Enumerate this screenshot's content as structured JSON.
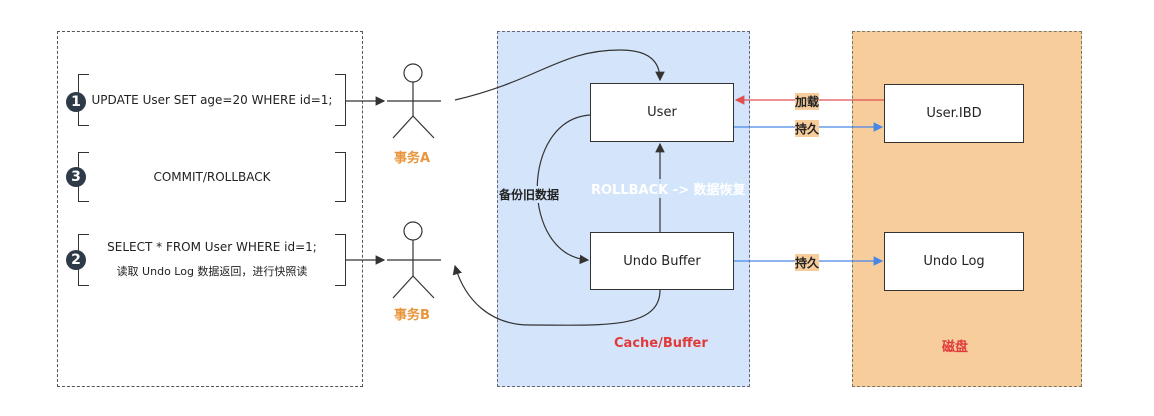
{
  "statements": {
    "step1": {
      "number": "1",
      "text": "UPDATE User  SET  age=20  WHERE id=1;"
    },
    "step3": {
      "number": "3",
      "text": "COMMIT/ROLLBACK"
    },
    "step2": {
      "number": "2",
      "line1": "SELECT * FROM User  WHERE id=1;",
      "line2": "读取 Undo Log 数据返回，进行快照读"
    }
  },
  "actors": {
    "a": "事务A",
    "b": "事务B"
  },
  "cache": {
    "label": "Cache/Buffer",
    "user_box": "User",
    "undo_box": "Undo Buffer",
    "backup_label": "备份旧数据",
    "rollback_label": "ROLLBACK -> 数据恢复"
  },
  "disk": {
    "label": "磁盘",
    "ibd_box": "User.IBD",
    "undolog_box": "Undo Log"
  },
  "edges": {
    "load": "加载",
    "persist1": "持久",
    "persist2": "持久"
  },
  "colors": {
    "cache_bg": "#d4e5fb",
    "disk_bg": "#f7cd9c",
    "actor_label": "#e8953c",
    "group_label": "#e03a3a",
    "load_arrow": "#e05050",
    "persist_arrow": "#4a86e8"
  }
}
